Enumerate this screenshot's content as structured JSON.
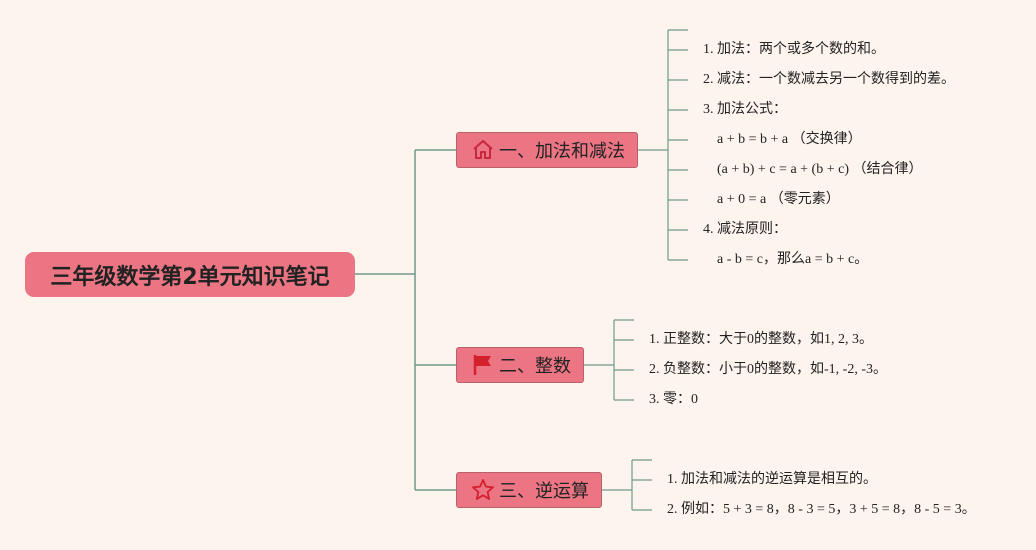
{
  "root": {
    "title": "三年级数学第2单元知识笔记"
  },
  "branches": [
    {
      "label": "一、加法和减法",
      "icon": "home-icon",
      "items": [
        "1. 加法：两个或多个数的和。",
        "2. 减法：一个数减去另一个数得到的差。",
        "3. 加法公式：",
        "a + b = b + a （交换律）",
        "(a + b) + c = a + (b + c) （结合律）",
        "a + 0 = a （零元素）",
        "4. 减法原则：",
        "a - b = c，那么a = b + c。"
      ]
    },
    {
      "label": "二、整数",
      "icon": "flag-icon",
      "items": [
        "1. 正整数：大于0的整数，如1, 2, 3。",
        "2. 负整数：小于0的整数，如-1, -2, -3。",
        "3. 零：0"
      ]
    },
    {
      "label": "三、逆运算",
      "icon": "star-icon",
      "items": [
        "1. 加法和减法的逆运算是相互的。",
        "2. 例如：5 + 3 = 8，8 - 3 = 5，3 + 5 = 8，8 - 5 = 3。"
      ]
    }
  ]
}
